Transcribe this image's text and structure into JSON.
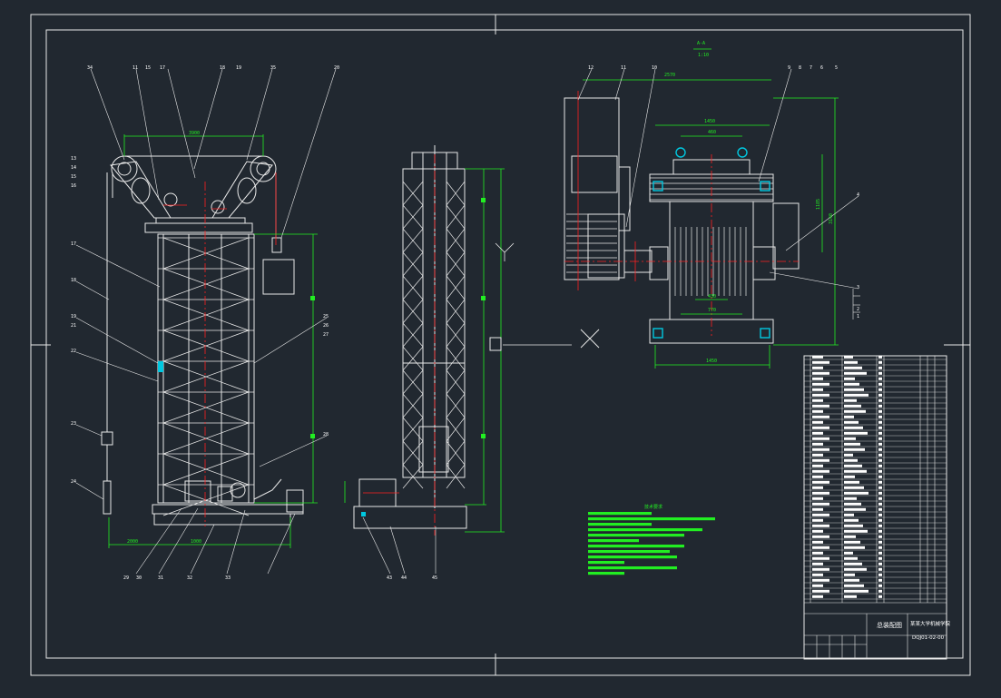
{
  "drawing": {
    "section_label": "A-A",
    "scale": "1:10",
    "notes_title": "技术要求",
    "dim_top_right_width": "2570",
    "dim_inner_width": "1450",
    "dim_small": "460",
    "dim_right_h1": "1185",
    "dim_right_h2": "3140",
    "dim_bottom_width": "1450",
    "dim_gap1": "430",
    "dim_gap2": "770",
    "dim_front_top": "3900",
    "dim_front_bottom1": "2000",
    "dim_front_bottom2": "1000",
    "part_numbers_front": [
      "34",
      "11",
      "15",
      "17",
      "18",
      "19",
      "35",
      "20",
      "13",
      "14",
      "15",
      "16",
      "17",
      "18",
      "19",
      "21",
      "22",
      "23",
      "24",
      "25",
      "26",
      "27",
      "28",
      "29",
      "30",
      "31",
      "32",
      "33"
    ],
    "part_numbers_side": [
      "43",
      "44",
      "45"
    ],
    "part_numbers_plan": [
      "12",
      "11",
      "10",
      "9",
      "8",
      "7",
      "6",
      "5",
      "4",
      "3",
      "2",
      "1"
    ]
  },
  "title_block": {
    "title": "总装配图",
    "school": "某某大学机械学院",
    "drawing_no": "DQJ01-02-00"
  },
  "colors": {
    "background": "#212830",
    "line": "#ffffff",
    "centerline": "#ff2020",
    "dimension": "#22ee22",
    "highlight": "#00c8e0"
  }
}
